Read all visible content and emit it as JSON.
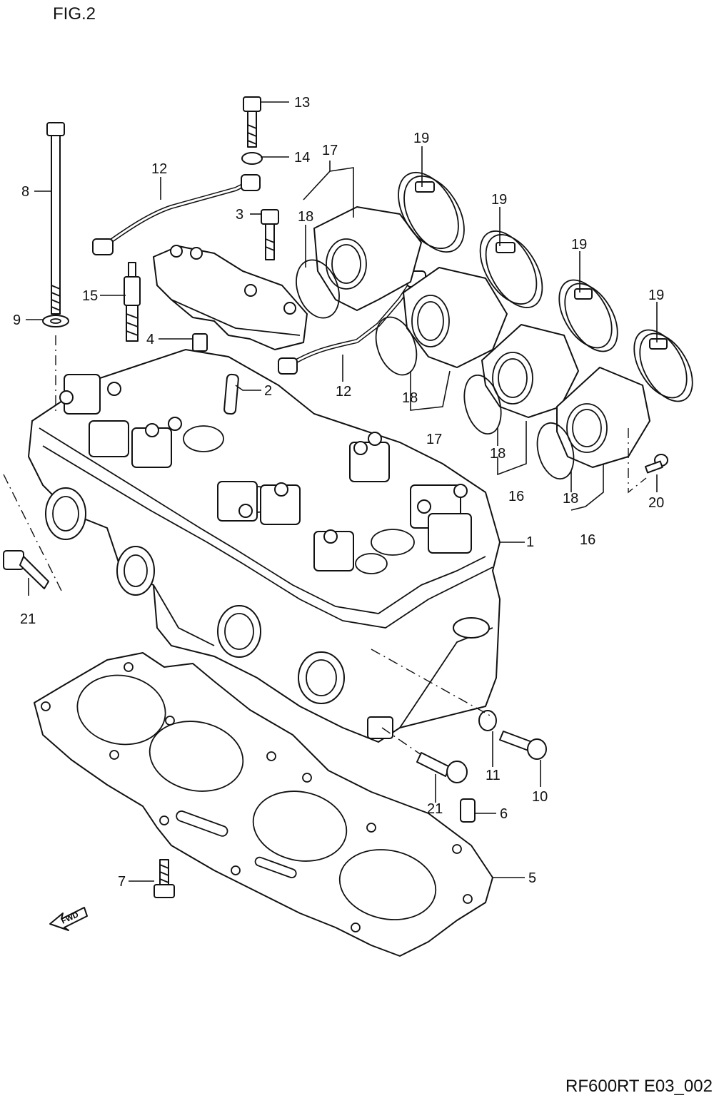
{
  "figure_title": "FIG.2",
  "drawing_code": "RF600RT E03_002",
  "fwd_label": "FWD",
  "callouts": [
    "1",
    "2",
    "3",
    "4",
    "5",
    "6",
    "7",
    "8",
    "9",
    "10",
    "11",
    "12",
    "12",
    "13",
    "14",
    "15",
    "16",
    "16",
    "17",
    "17",
    "18",
    "18",
    "18",
    "18",
    "19",
    "19",
    "19",
    "19",
    "20",
    "21",
    "21"
  ]
}
